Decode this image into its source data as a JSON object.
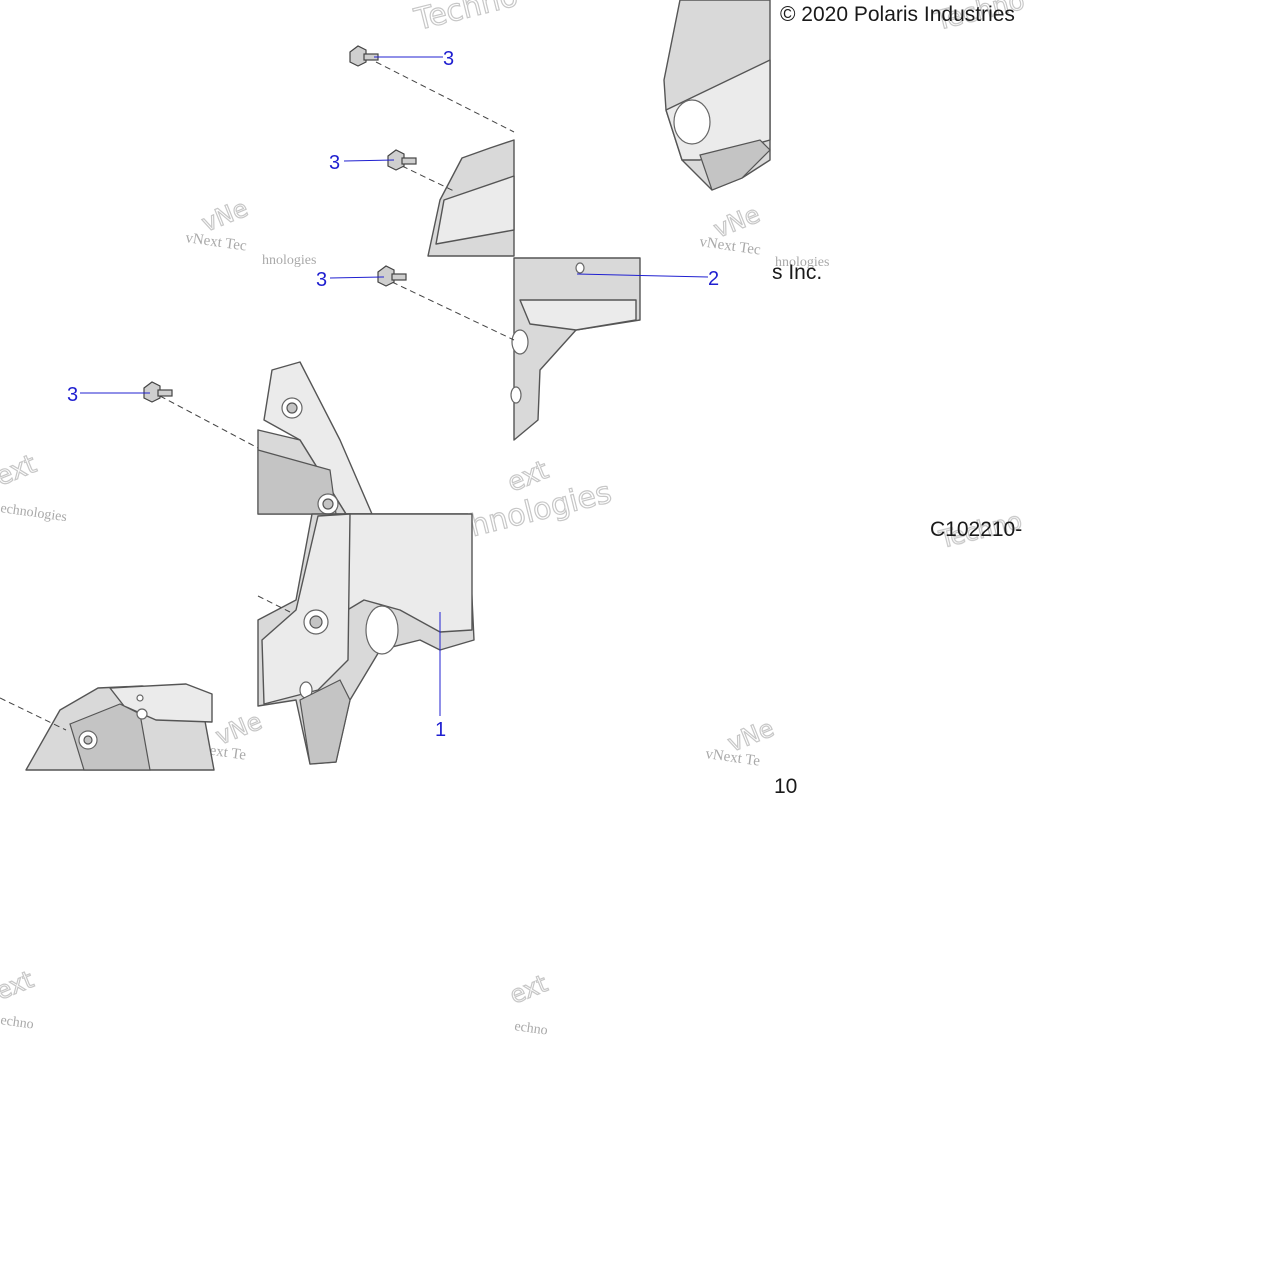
{
  "copyright": "© 2020 Polaris Industries",
  "copyright_suffix": "s Inc.",
  "figure_code": "C102210-",
  "page_number": "10",
  "callouts": [
    {
      "id": "bolt-1",
      "label": "3"
    },
    {
      "id": "bolt-2",
      "label": "3"
    },
    {
      "id": "bolt-3",
      "label": "3"
    },
    {
      "id": "bolt-4",
      "label": "3"
    },
    {
      "id": "bracket",
      "label": "2"
    },
    {
      "id": "panel",
      "label": "1"
    }
  ],
  "watermarks": {
    "brand_a": "vNext Tec",
    "brand_b": "hnologies",
    "brand_c": "Techno",
    "brand_d": "vNe",
    "brand_e": "ext",
    "brand_f": "echnologies",
    "brand_g": "Technologies",
    "brand_h": "vNext Te",
    "brand_i": "echno"
  },
  "colors": {
    "callout": "#1f1fd0",
    "part_fill": "#d9d9d9",
    "outline": "#555555"
  }
}
